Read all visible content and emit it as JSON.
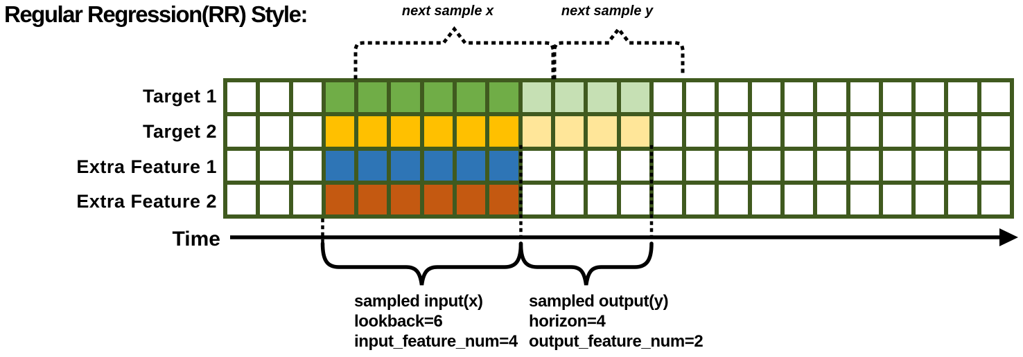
{
  "title": "Regular Regression(RR) Style:",
  "colors": {
    "grid_border": "#405A1F",
    "cell_white": "#FFFFFF",
    "target1_input": "#70AD47",
    "target1_output": "#C6E0B4",
    "target2_input": "#FFC000",
    "target2_output": "#FFE699",
    "extra_feature1_input": "#2E75B6",
    "extra_feature2_input": "#C45911",
    "annotation": "#000000"
  },
  "top_annotations": {
    "next_sample_x": "next sample x",
    "next_sample_y": "next sample y"
  },
  "grid": {
    "num_columns": 24,
    "num_rows": 4,
    "rows": [
      {
        "label": "Target 1",
        "input_color": "#70AD47",
        "output_color": "#C6E0B4",
        "cells": "wwwiiiiiioooowwwwwwwwwww"
      },
      {
        "label": "Target 2",
        "input_color": "#FFC000",
        "output_color": "#FFE699",
        "cells": "wwwiiiiiioooowwwwwwwwwww"
      },
      {
        "label": "Extra Feature 1",
        "input_color": "#2E75B6",
        "output_color": "#FFFFFF",
        "cells": "wwwiiiiiiwwwwwwwwwwwwwww"
      },
      {
        "label": "Extra Feature 2",
        "input_color": "#C45911",
        "output_color": "#FFFFFF",
        "cells": "wwwiiiiiiwwwwwwwwwwwwwww"
      }
    ]
  },
  "time_axis": {
    "label": "Time"
  },
  "bottom_annotations": {
    "input_block": {
      "line1": "sampled input(x)",
      "line2": "lookback=6",
      "line3": "input_feature_num=4"
    },
    "output_block": {
      "line1": "sampled output(y)",
      "line2": "horizon=4",
      "line3": "output_feature_num=2"
    }
  }
}
